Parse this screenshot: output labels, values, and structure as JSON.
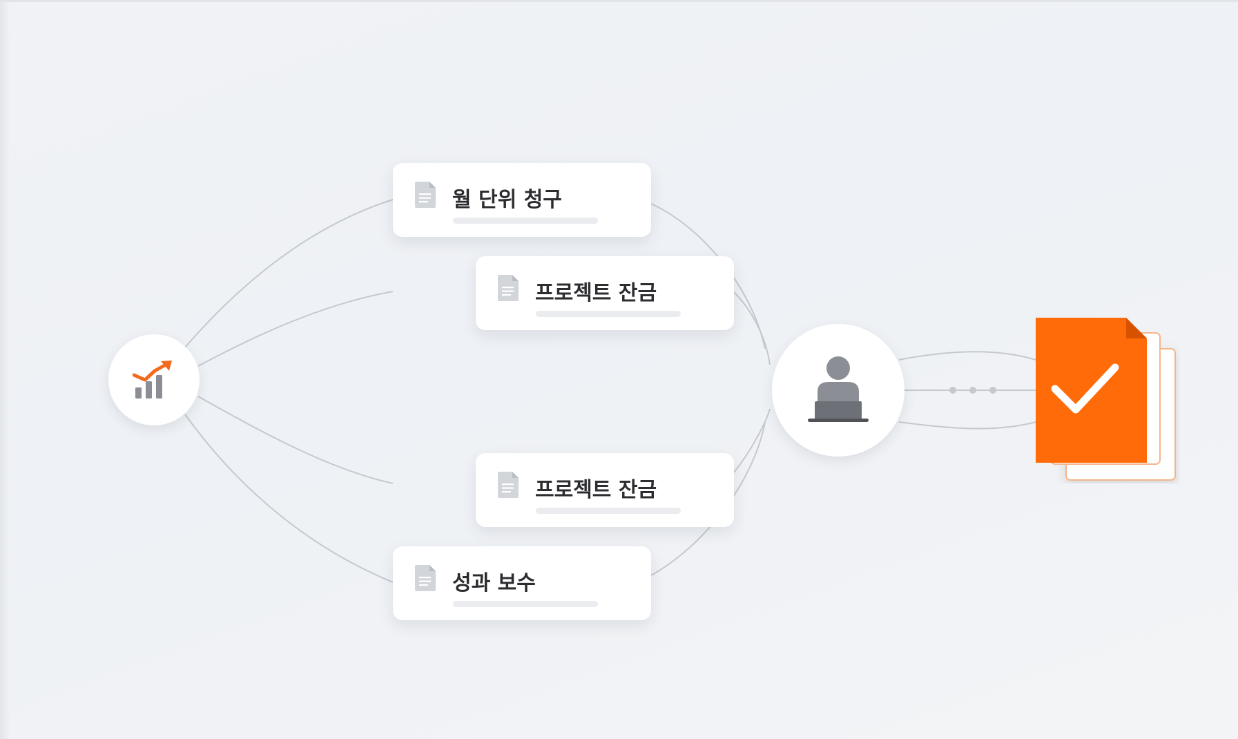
{
  "diagram": {
    "source": {
      "icon": "growth-chart-icon",
      "accent": "#f26b1d"
    },
    "payment_types": [
      {
        "label": "월 단위 청구",
        "icon": "document-icon"
      },
      {
        "label": "프로젝트 잔금",
        "icon": "document-icon"
      },
      {
        "label": "프로젝트 잔금",
        "icon": "document-icon"
      },
      {
        "label": "성과 보수",
        "icon": "document-icon"
      }
    ],
    "recipient": {
      "icon": "person-at-desk-icon"
    },
    "result": {
      "icon": "approved-document-check-icon",
      "accent": "#ff6b08"
    },
    "colors": {
      "background": "#eff1f5",
      "connector": "#c5c8cd",
      "card": "#ffffff",
      "text": "#2c2d30",
      "icon_gray": "#8b8e94"
    }
  }
}
